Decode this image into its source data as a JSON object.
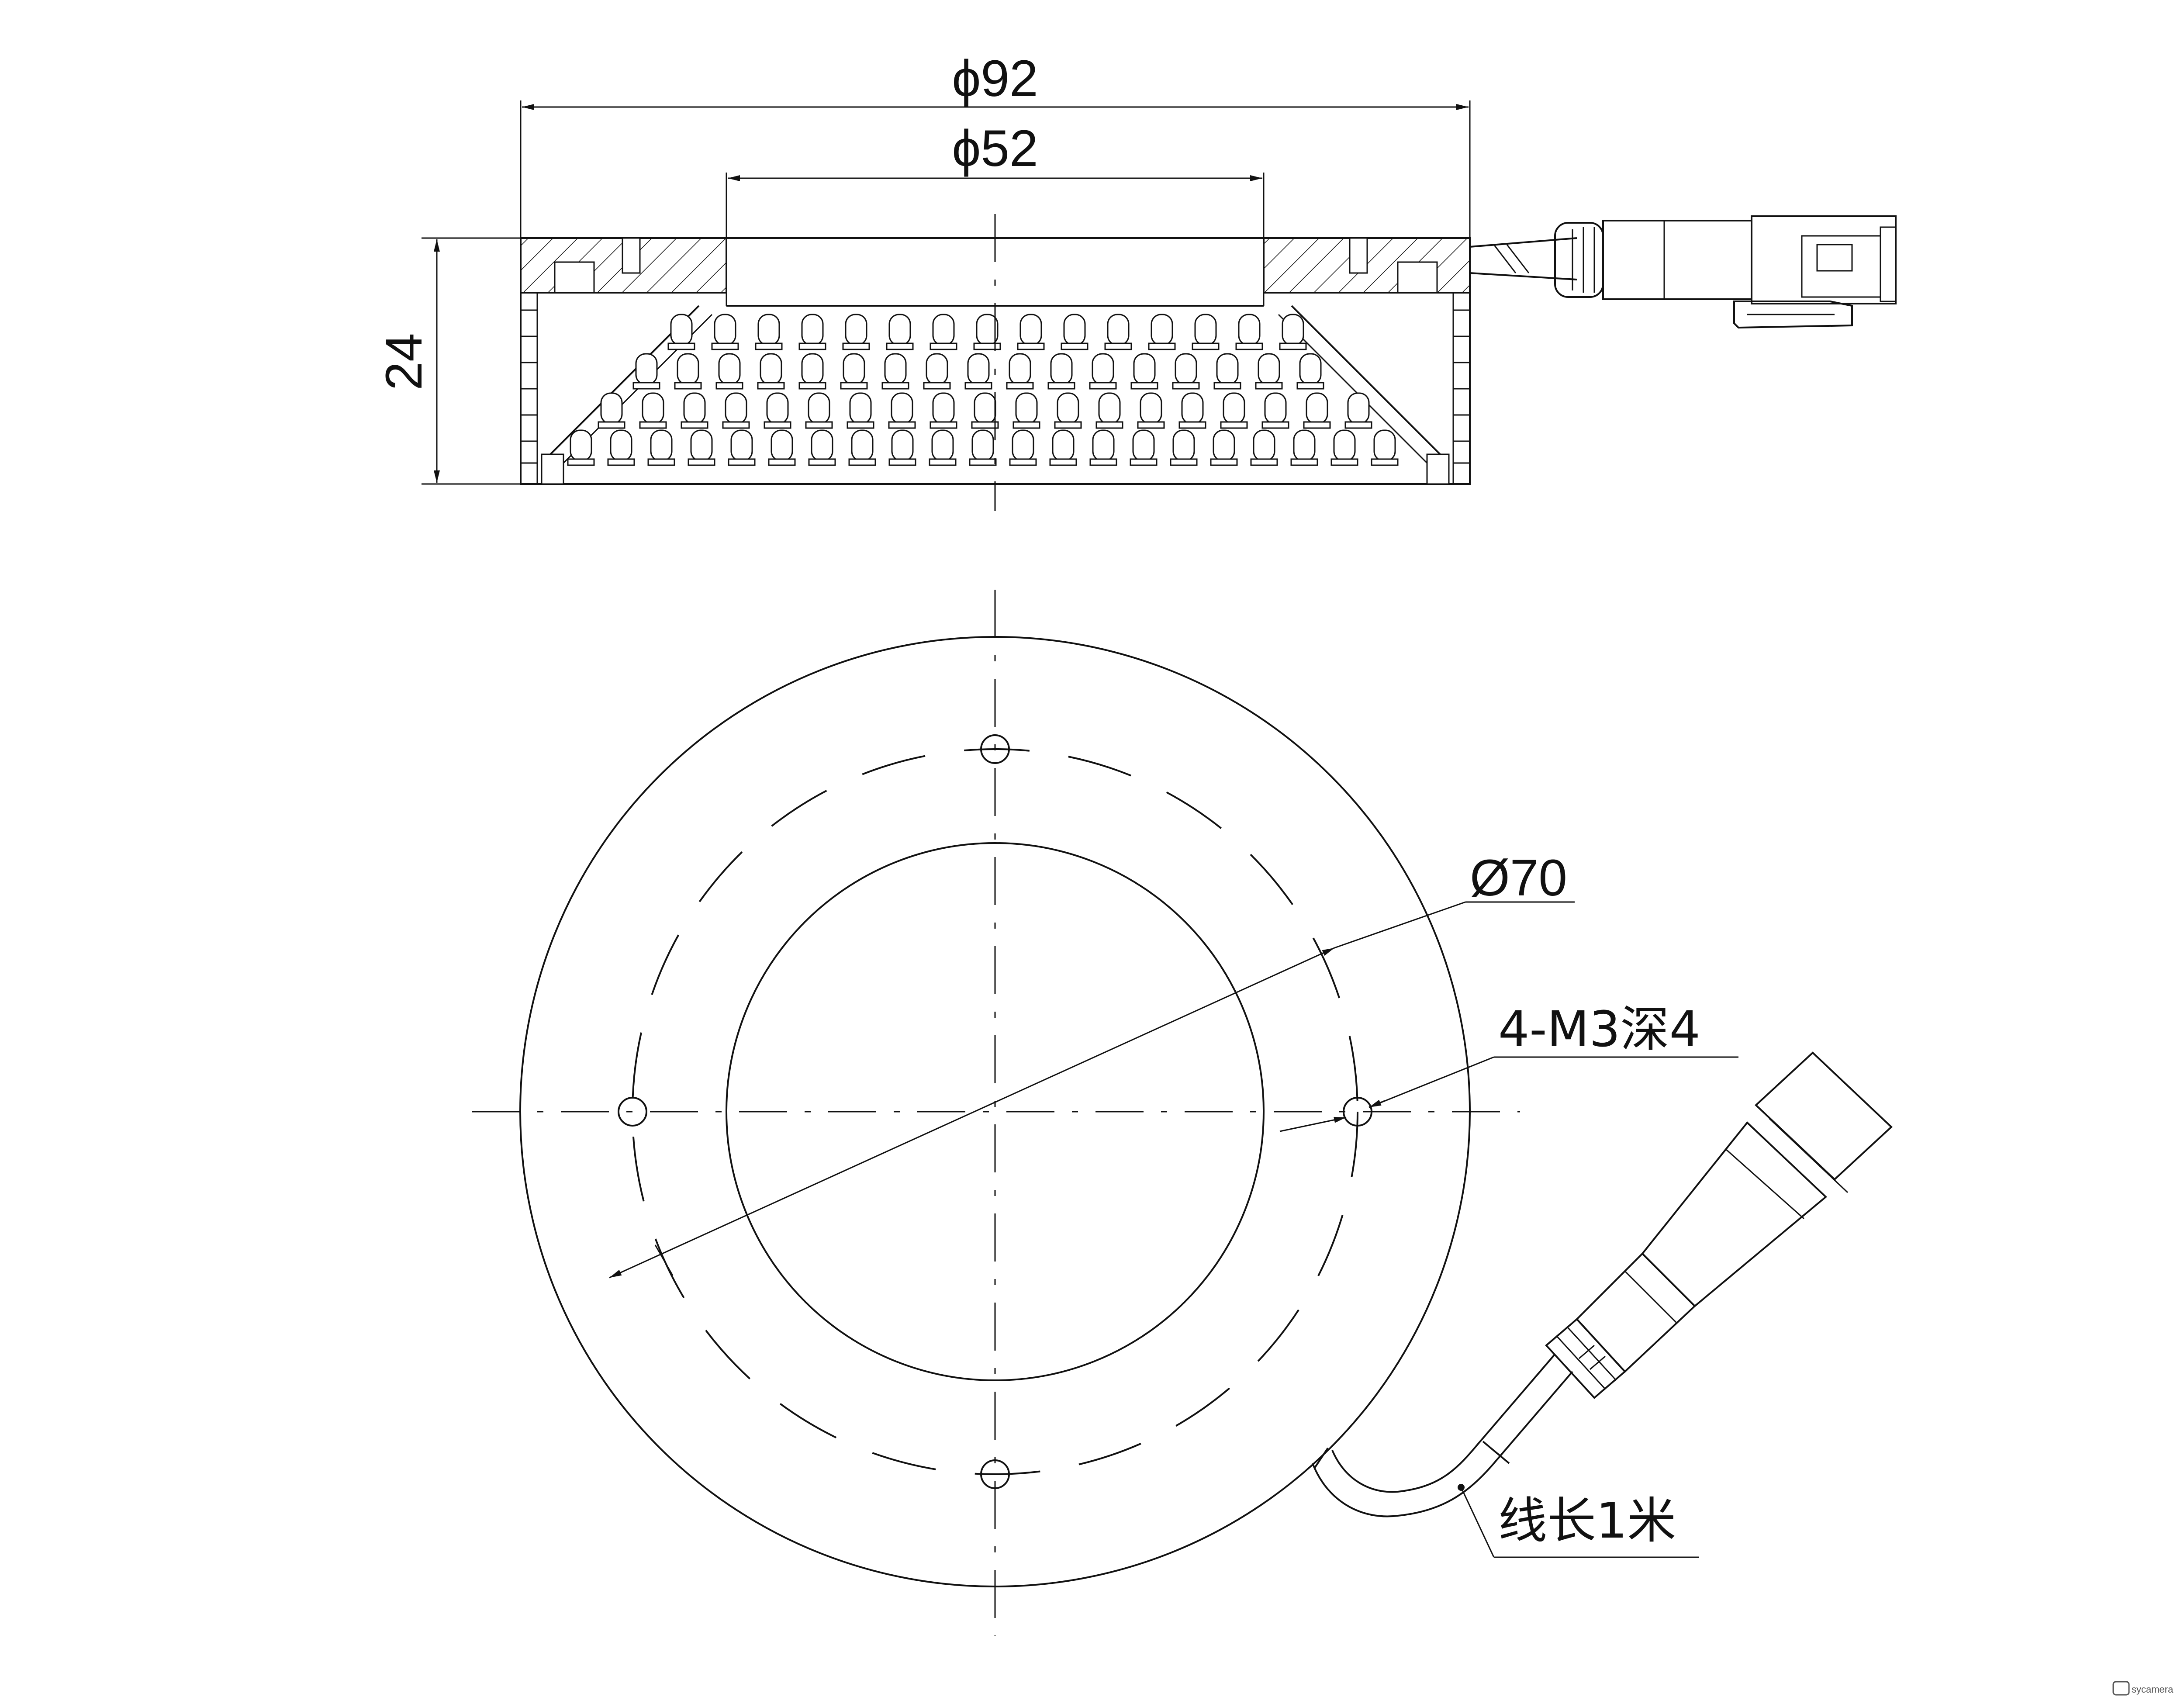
{
  "dimensions": {
    "outer_diameter": "ϕ92",
    "inner_diameter": "ϕ52",
    "height": "24",
    "hole_circle_diameter": "Ø70"
  },
  "notes": {
    "mounting_holes": "4-M3深4",
    "cable_length": "线长1米"
  },
  "watermark": {
    "text": "sycamera"
  },
  "colors": {
    "line": "#111111",
    "background": "#ffffff"
  }
}
